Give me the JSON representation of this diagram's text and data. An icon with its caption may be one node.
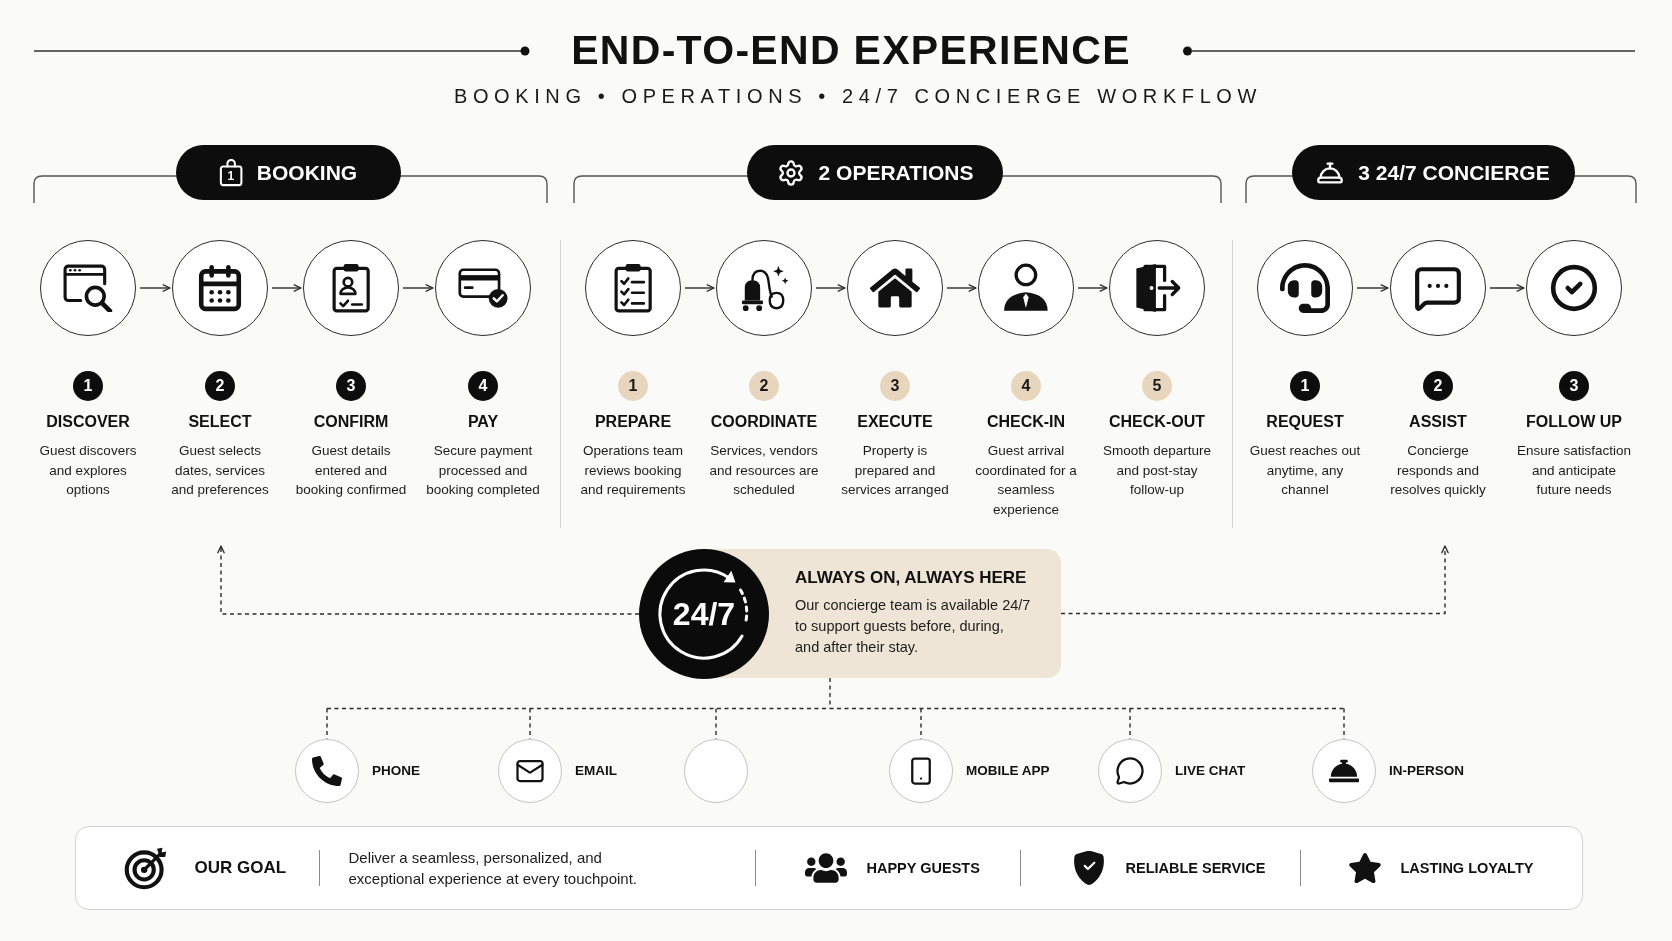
{
  "diagram": {
    "title": "END-TO-END EXPERIENCE",
    "nodes": [
      {
        "text": [
          "1",
          "BOOKING"
        ]
      },
      {
        "text": [
          "2 OPERATIONS"
        ]
      },
      {
        "text": [
          "3 24/7 CONCIERGE"
        ]
      },
      {
        "text": [],
        "shape": "circle",
        "beside": [
          "1",
          "DISCOVER",
          "Guest discovers and explores options"
        ]
      },
      {
        "text": [],
        "shape": "circle",
        "beside": [
          "2",
          "SELECT",
          "Guest selects dates, services and preferences"
        ]
      },
      {
        "text": [],
        "shape": "circle",
        "beside": [
          "3",
          "CONFIRM",
          "Guest details entered and booking confirmed"
        ]
      },
      {
        "text": [],
        "shape": "circle",
        "beside": [
          "4",
          "PAY",
          "Secure payment processed and booking completed"
        ]
      },
      {
        "text": [],
        "shape": "circle",
        "beside": [
          "1",
          "PREPARE",
          "Operations team reviews booking and requirements"
        ]
      },
      {
        "text": [],
        "shape": "circle",
        "beside": [
          "2",
          "COORDINATE",
          "Services, vendors and resources are scheduled"
        ]
      },
      {
        "text": [],
        "shape": "circle",
        "beside": [
          "3",
          "EXECUTE",
          "Property is prepared and services arranged"
        ]
      },
      {
        "text": [],
        "shape": "circle",
        "beside": [
          "4",
          "CHECK-IN",
          "Guest arrival coordinated for a seamless experience"
        ]
      },
      {
        "text": [],
        "shape": "circle",
        "beside": [
          "5",
          "CHECK-OUT",
          "Smooth departure and post-stay follow-up"
        ]
      },
      {
        "text": [],
        "shape": "circle",
        "beside": [
          "1",
          "REQUEST",
          "Guest reaches out anytime, any channel"
        ]
      },
      {
        "text": [],
        "shape": "circle",
        "beside": [
          "2",
          "ASSIST",
          "Concierge responds and resolves quickly"
        ]
      },
      {
        "text": [],
        "shape": "circle",
        "beside": [
          "3",
          "FOLLOW UP",
          "Ensure satisfaction and anticipate future needs"
        ]
      },
      {
        "text": [
          "24/7"
        ]
      },
      {
        "text": [
          "ALWAYS ON, ALWAYS HERE",
          "Our concierge team is available 24/7 to support guests before, during, and after their stay."
        ]
      },
      {
        "text": [],
        "shape": "circle",
        "beside": [
          "PHONE"
        ]
      },
      {
        "text": [],
        "shape": "circle",
        "beside": [
          "EMAIL"
        ]
      },
      {
        "text": [],
        "shape": "circle"
      },
      {
        "text": [],
        "shape": "circle",
        "beside": [
          "MOBILE APP"
        ]
      },
      {
        "text": [],
        "shape": "circle",
        "beside": [
          "LIVE CHAT"
        ]
      },
      {
        "text": [],
        "shape": "circle",
        "beside": [
          "IN-PERSON"
        ]
      },
      {
        "text": [
          "OUR GOAL",
          "Deliver a seamless, personalized, and exceptional experience at every touchpoint.",
          "HAPPY GUESTS",
          "RELIABLE SERVICE",
          "LASTING LOYALTY"
        ]
      }
    ],
    "edges": [
      {
        "from": 3,
        "to": 4,
        "arrow": "to"
      },
      {
        "from": 4,
        "to": 5,
        "arrow": "to"
      },
      {
        "from": 5,
        "to": 6,
        "arrow": "to"
      },
      {
        "from": 7,
        "to": 8,
        "arrow": "to"
      },
      {
        "from": 8,
        "to": 9,
        "arrow": "to"
      },
      {
        "from": 9,
        "to": 10,
        "arrow": "to"
      },
      {
        "from": 10,
        "to": 11,
        "arrow": "to"
      },
      {
        "from": 12,
        "to": 13,
        "arrow": "to"
      },
      {
        "from": 13,
        "to": 14,
        "arrow": "to"
      },
      {
        "from": 15,
        "to": null,
        "arrow": "to",
        "style": "dashed"
      },
      {
        "from": 16,
        "to": null,
        "arrow": "to",
        "style": "dashed"
      },
      {
        "from": 16,
        "to": 17,
        "arrow": "none",
        "style": "dashed"
      },
      {
        "from": 16,
        "to": 18,
        "arrow": "none",
        "style": "dashed"
      },
      {
        "from": 16,
        "to": 19,
        "arrow": "none",
        "style": "dashed"
      },
      {
        "from": 16,
        "to": 20,
        "arrow": "none",
        "style": "dashed"
      },
      {
        "from": 16,
        "to": 21,
        "arrow": "none",
        "style": "dashed"
      },
      {
        "from": 16,
        "to": 22,
        "arrow": "none",
        "style": "dashed"
      }
    ],
    "labels": [
      "BOOKING • OPERATIONS • 24/7 CONCIERGE WORKFLOW"
    ]
  }
}
